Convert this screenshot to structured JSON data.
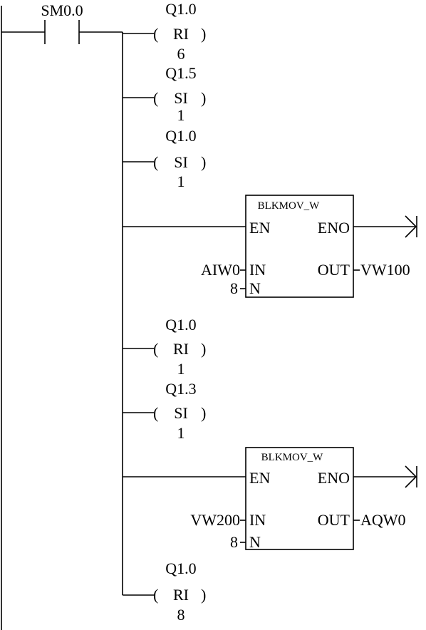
{
  "contact": {
    "address": "SM0.0"
  },
  "coils": [
    {
      "address": "Q1.0",
      "op": "RI",
      "count": "6"
    },
    {
      "address": "Q1.5",
      "op": "SI",
      "count": "1"
    },
    {
      "address": "Q1.0",
      "op": "SI",
      "count": "1"
    },
    {
      "address": "Q1.0",
      "op": "RI",
      "count": "1"
    },
    {
      "address": "Q1.3",
      "op": "SI",
      "count": "1"
    },
    {
      "address": "Q1.0",
      "op": "RI",
      "count": "8"
    }
  ],
  "blocks": [
    {
      "title": "BLKMOV_W",
      "en": "EN",
      "eno": "ENO",
      "in_label": "IN",
      "out_label": "OUT",
      "n_label": "N",
      "in_value": "AIW0",
      "out_value": "VW100",
      "n_value": "8"
    },
    {
      "title": "BLKMOV_W",
      "en": "EN",
      "eno": "ENO",
      "in_label": "IN",
      "out_label": "OUT",
      "n_label": "N",
      "in_value": "VW200",
      "out_value": "AQW0",
      "n_value": "8"
    }
  ],
  "paren_open": "(",
  "paren_close": ")"
}
